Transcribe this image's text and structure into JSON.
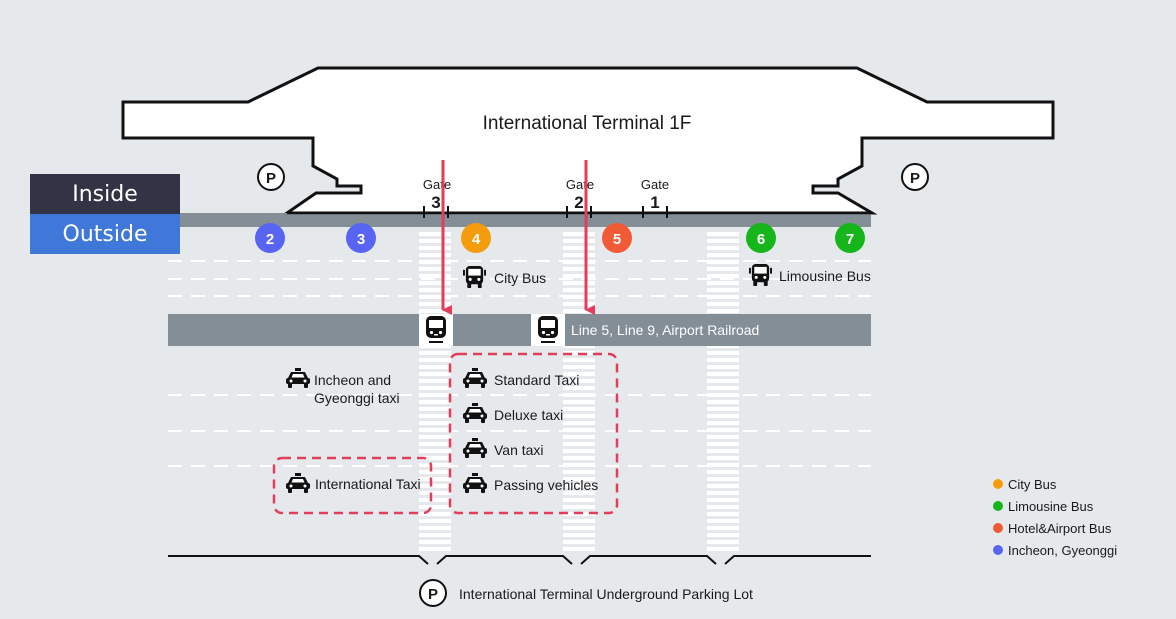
{
  "title": "International Terminal 1F",
  "view_toggle": {
    "inside_label": "Inside",
    "outside_label": "Outside",
    "selected": "Outside"
  },
  "gates": [
    {
      "label": "Gate",
      "number": "3"
    },
    {
      "label": "Gate",
      "number": "2"
    },
    {
      "label": "Gate",
      "number": "1"
    }
  ],
  "stops": [
    {
      "number": "2",
      "type": "Incheon, Gyeonggi",
      "color": "#5865f2"
    },
    {
      "number": "3",
      "type": "Incheon, Gyeonggi",
      "color": "#5865f2"
    },
    {
      "number": "4",
      "type": "City Bus",
      "color": "#f59c0c"
    },
    {
      "number": "5",
      "type": "Hotel&Airport Bus",
      "color": "#f05a37"
    },
    {
      "number": "6",
      "type": "Limousine Bus",
      "color": "#17b51c"
    },
    {
      "number": "7",
      "type": "Limousine Bus",
      "color": "#17b51c"
    }
  ],
  "bus_labels": {
    "city_bus": "City Bus",
    "limousine_bus": "Limousine Bus"
  },
  "railroad": {
    "label": "Line 5, Line 9, Airport Railroad"
  },
  "taxis": {
    "incheon_line1": "Incheon and",
    "incheon_line2": "Gyeonggi taxi",
    "international": "International Taxi",
    "standard": "Standard Taxi",
    "deluxe": "Deluxe taxi",
    "van": "Van taxi",
    "passing": "Passing vehicles"
  },
  "parking": {
    "symbol": "P",
    "underground_label": "International Terminal Underground Parking Lot"
  },
  "legend": [
    {
      "label": "City Bus",
      "color": "#f59c0c"
    },
    {
      "label": "Limousine Bus",
      "color": "#17b51c"
    },
    {
      "label": "Hotel&Airport Bus",
      "color": "#f05a37"
    },
    {
      "label": "Incheon, Gyeonggi",
      "color": "#5865f2"
    }
  ],
  "colors": {
    "highlight": "#e23d5b",
    "road": "#848e96",
    "background": "#e6e9ec"
  }
}
